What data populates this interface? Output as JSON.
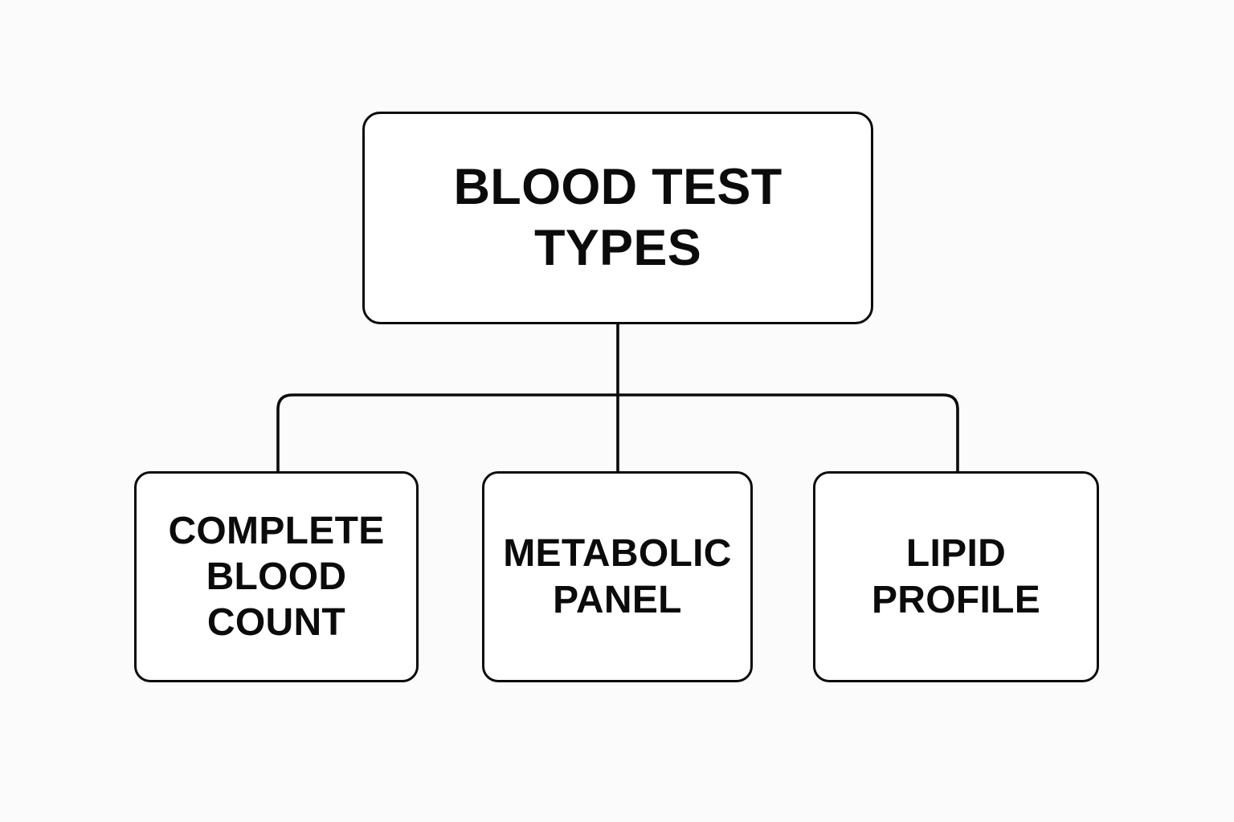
{
  "diagram": {
    "kind": "hierarchy-tree",
    "background_color": "#fbfbfb",
    "line_color": "#0b0b0b",
    "node_fill_color": "#ffffff",
    "text_color": "#0b0b0b",
    "root": {
      "id": "root",
      "label": "BLOOD TEST\nTYPES",
      "label_lines": [
        "BLOOD TEST",
        "TYPES"
      ]
    },
    "children": [
      {
        "id": "cbc",
        "label": "COMPLETE\nBLOOD\nCOUNT",
        "label_lines": [
          "COMPLETE",
          "BLOOD",
          "COUNT"
        ]
      },
      {
        "id": "metabolic",
        "label": "METABOLIC\nPANEL",
        "label_lines": [
          "METABOLIC",
          "PANEL"
        ]
      },
      {
        "id": "lipid",
        "label": "LIPID\nPROFILE",
        "label_lines": [
          "LIPID",
          "PROFILE"
        ]
      }
    ],
    "connectors": {
      "name": "orthogonal-bus-connectors",
      "stem_from_root": true,
      "bus_style": "rounded-elbow"
    }
  }
}
